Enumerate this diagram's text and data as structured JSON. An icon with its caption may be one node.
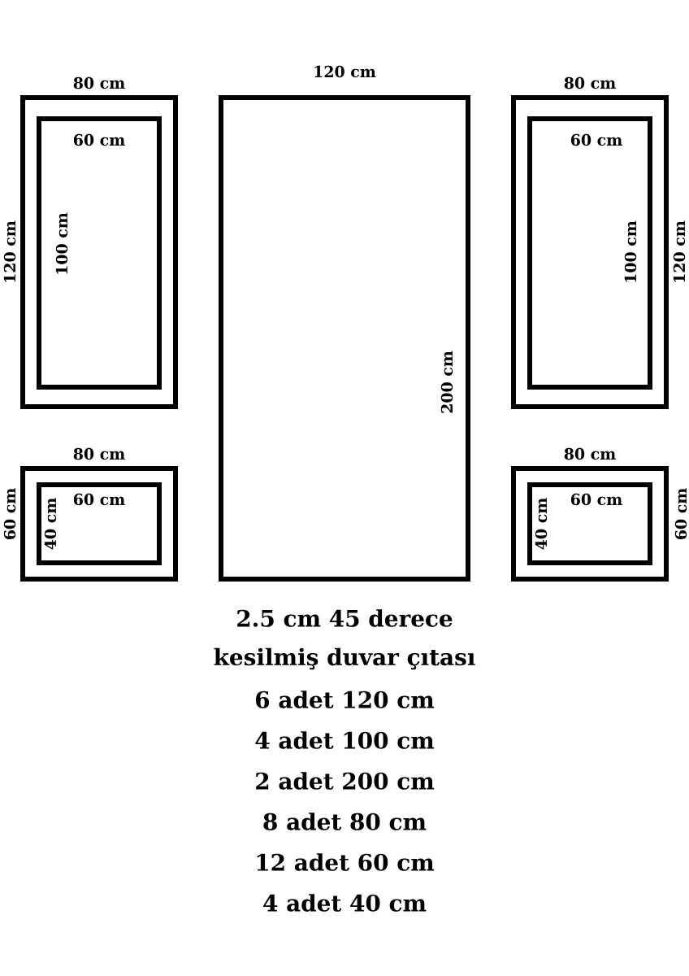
{
  "diagram": {
    "nodes": [
      {
        "text": [
          "80 cm",
          "120 cm"
        ]
      },
      {
        "text": [
          "60 cm",
          "100 cm"
        ],
        "in": 0
      },
      {
        "text": [
          "120 cm",
          "200 cm"
        ]
      },
      {
        "text": [
          "80 cm",
          "120 cm"
        ]
      },
      {
        "text": [
          "60 cm",
          "100 cm"
        ],
        "in": 3
      },
      {
        "text": [
          "80 cm",
          "60 cm"
        ]
      },
      {
        "text": [
          "60 cm",
          "40 cm"
        ],
        "in": 5
      },
      {
        "text": [
          "80 cm",
          "60 cm"
        ]
      },
      {
        "text": [
          "60 cm",
          "40 cm"
        ],
        "in": 7
      }
    ],
    "labels": [
      "2.5 cm 45 derece",
      "kesilmiş duvar çıtası",
      "6 adet 120 cm",
      "4 adet 100 cm",
      "2 adet 200 cm",
      "8 adet 80 cm",
      "12 adet 60 cm",
      "4 adet 40 cm"
    ]
  }
}
